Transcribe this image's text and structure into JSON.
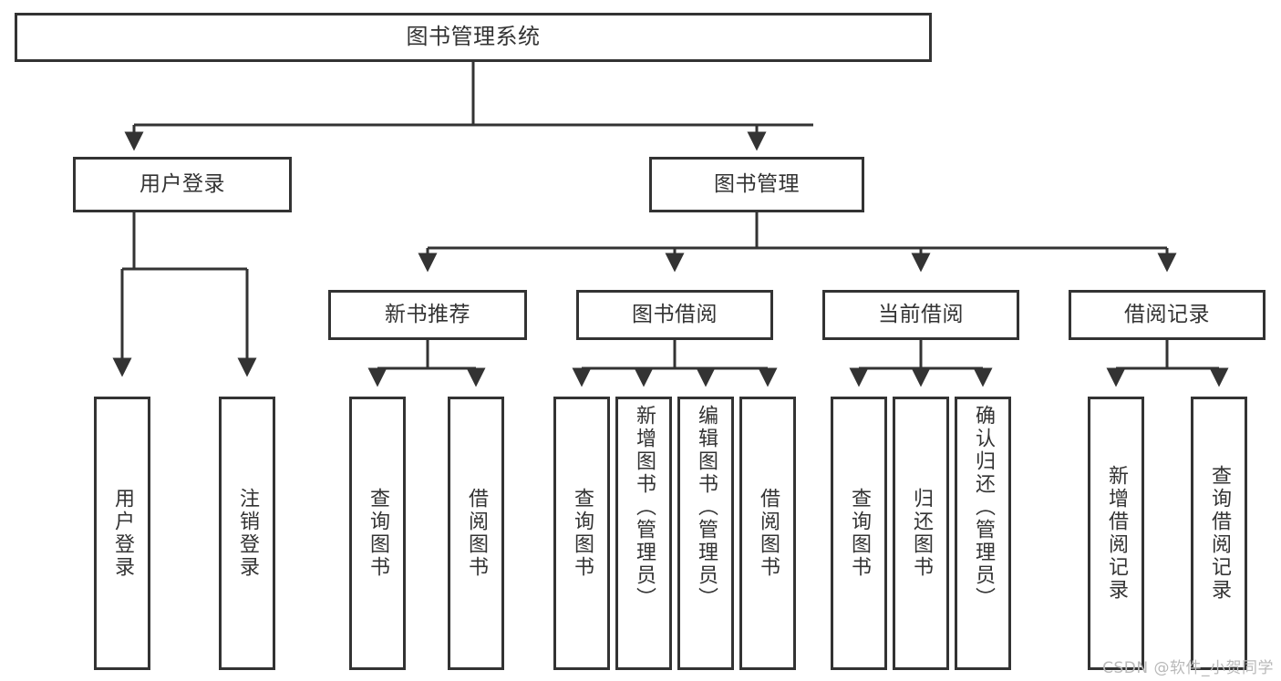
{
  "diagram": {
    "type": "tree-hierarchy-chart",
    "title": "图书管理系统",
    "line_color": "#333333",
    "text_color": "#333333",
    "background_color": "#ffffff",
    "root": {
      "label": "图书管理系统"
    },
    "level2": [
      {
        "label": "用户登录"
      },
      {
        "label": "图书管理"
      }
    ],
    "level3": [
      {
        "label": "新书推荐"
      },
      {
        "label": "图书借阅"
      },
      {
        "label": "当前借阅"
      },
      {
        "label": "借阅记录"
      }
    ],
    "leaves": {
      "user_login": [
        {
          "label": "用户登录"
        },
        {
          "label": "注销登录"
        }
      ],
      "new_book_recommend": [
        {
          "label": "查询图书"
        },
        {
          "label": "借阅图书"
        }
      ],
      "book_borrow": [
        {
          "label": "查询图书"
        },
        {
          "label": "新增图书（管理员）"
        },
        {
          "label": "编辑图书（管理员）"
        },
        {
          "label": "借阅图书"
        }
      ],
      "current_borrow": [
        {
          "label": "查询图书"
        },
        {
          "label": "归还图书"
        },
        {
          "label": "确认归还（管理员）"
        }
      ],
      "borrow_record": [
        {
          "label": "新增借阅记录"
        },
        {
          "label": "查询借阅记录"
        }
      ]
    }
  },
  "watermark": {
    "text": "CSDN @软件_小贺同学"
  }
}
